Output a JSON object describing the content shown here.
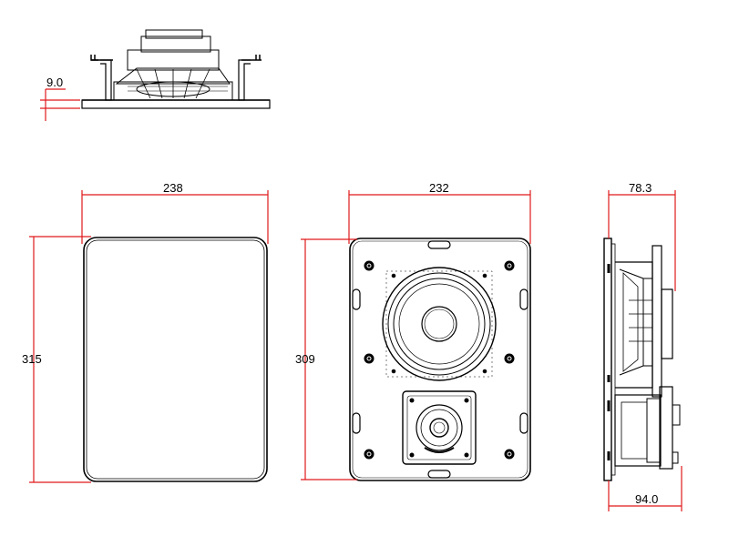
{
  "dimensions": {
    "top_view_flange": "9.0",
    "grille_width": "238",
    "grille_height": "315",
    "baffle_width": "232",
    "baffle_height": "309",
    "side_depth_top": "78.3",
    "side_depth_bottom": "94.0"
  },
  "colors": {
    "dimension_line": "#e0191b",
    "outline": "#000000",
    "background": "#ffffff"
  },
  "icons": [
    "woofer-icon",
    "tweeter-icon",
    "mounting-screw-icon",
    "clamp-slot-icon"
  ]
}
